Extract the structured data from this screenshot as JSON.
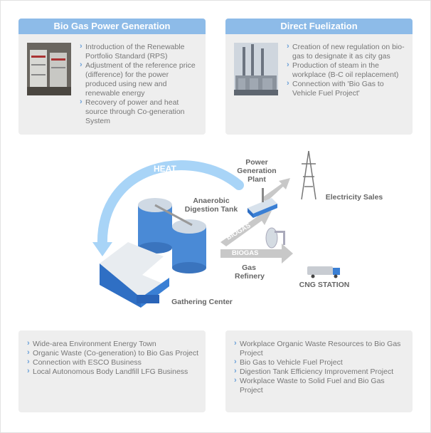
{
  "panels": {
    "bio_gas_power": {
      "title": "Bio Gas Power Generation",
      "items": [
        "Introduction of the Renewable Portfolio Standard (RPS)",
        "Adjustment of the reference price (difference) for the power produced using new and renewable energy",
        "Recovery of power and heat source through Co-generation System"
      ]
    },
    "direct_fuelization": {
      "title": "Direct Fuelization",
      "items": [
        "Creation of new regulation on bio-gas to designate it as city gas",
        "Production of steam in the workplace (B-C oil replacement)",
        "Connection with 'Bio Gas to Vehicle Fuel Project'"
      ]
    },
    "bottom_left": {
      "items": [
        "Wide-area Environment Energy Town",
        "Organic Waste (Co-generation) to Bio Gas Project",
        "Connection with ESCO Business",
        "Local Autonomous Body Landfill LFG Business"
      ]
    },
    "bottom_right": {
      "items": [
        "Workplace Organic Waste Resources to Bio Gas Project",
        "Bio Gas to Vehicle Fuel Project",
        "Digestion Tank Efficiency Improvement Project",
        "Workplace Waste to Solid Fuel and Bio Gas Project"
      ]
    }
  },
  "diagram": {
    "heat": "HEAT",
    "power_plant": "Power Generation Plant",
    "digestion_tank": "Anaerobic Digestion Tank",
    "electricity_sales": "Electricity Sales",
    "biogas_1": "BIOGAS",
    "biogas_2": "BIOGAS",
    "gas_refinery": "Gas Refinery",
    "cng_station": "CNG STATION",
    "gathering_center": "Gathering Center"
  },
  "colors": {
    "header_blue": "#8dbbe8",
    "panel_bg": "#eeeeee",
    "heat_arrow": "#a8d4f7",
    "building_blue": "#3a7fd4"
  }
}
